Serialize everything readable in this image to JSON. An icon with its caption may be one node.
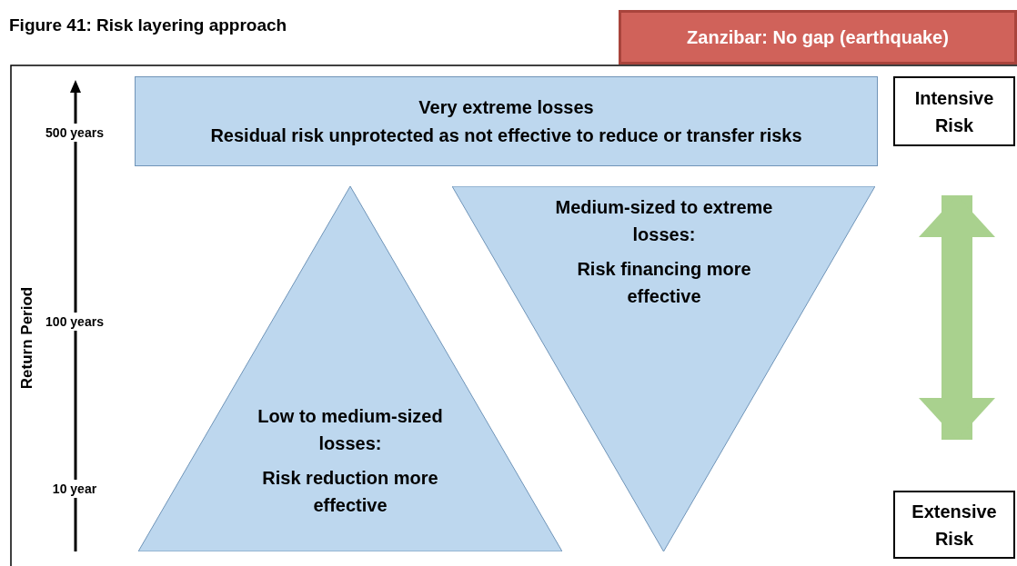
{
  "diagram": {
    "title": "Figure 41: Risk layering approach",
    "nodes": [
      {
        "text": [
          "Zanzibar: No gap (earthquake)"
        ]
      },
      {
        "text": [
          "Very extreme losses",
          "Residual risk unprotected as not effective to reduce or transfer risks"
        ]
      },
      {
        "text": [
          "Low to medium-sized losses:",
          "Risk reduction more effective"
        ]
      },
      {
        "text": [
          "Medium-sized to extreme losses:",
          "Risk financing more effective"
        ]
      },
      {
        "text": [
          "Intensive Risk"
        ]
      },
      {
        "text": [
          "Extensive Risk"
        ]
      }
    ],
    "edges": [
      {
        "from": 4,
        "to": 5,
        "arrow": "both"
      }
    ],
    "labels": [
      "500 years",
      "100 years",
      "10 year",
      "Return Period"
    ]
  }
}
